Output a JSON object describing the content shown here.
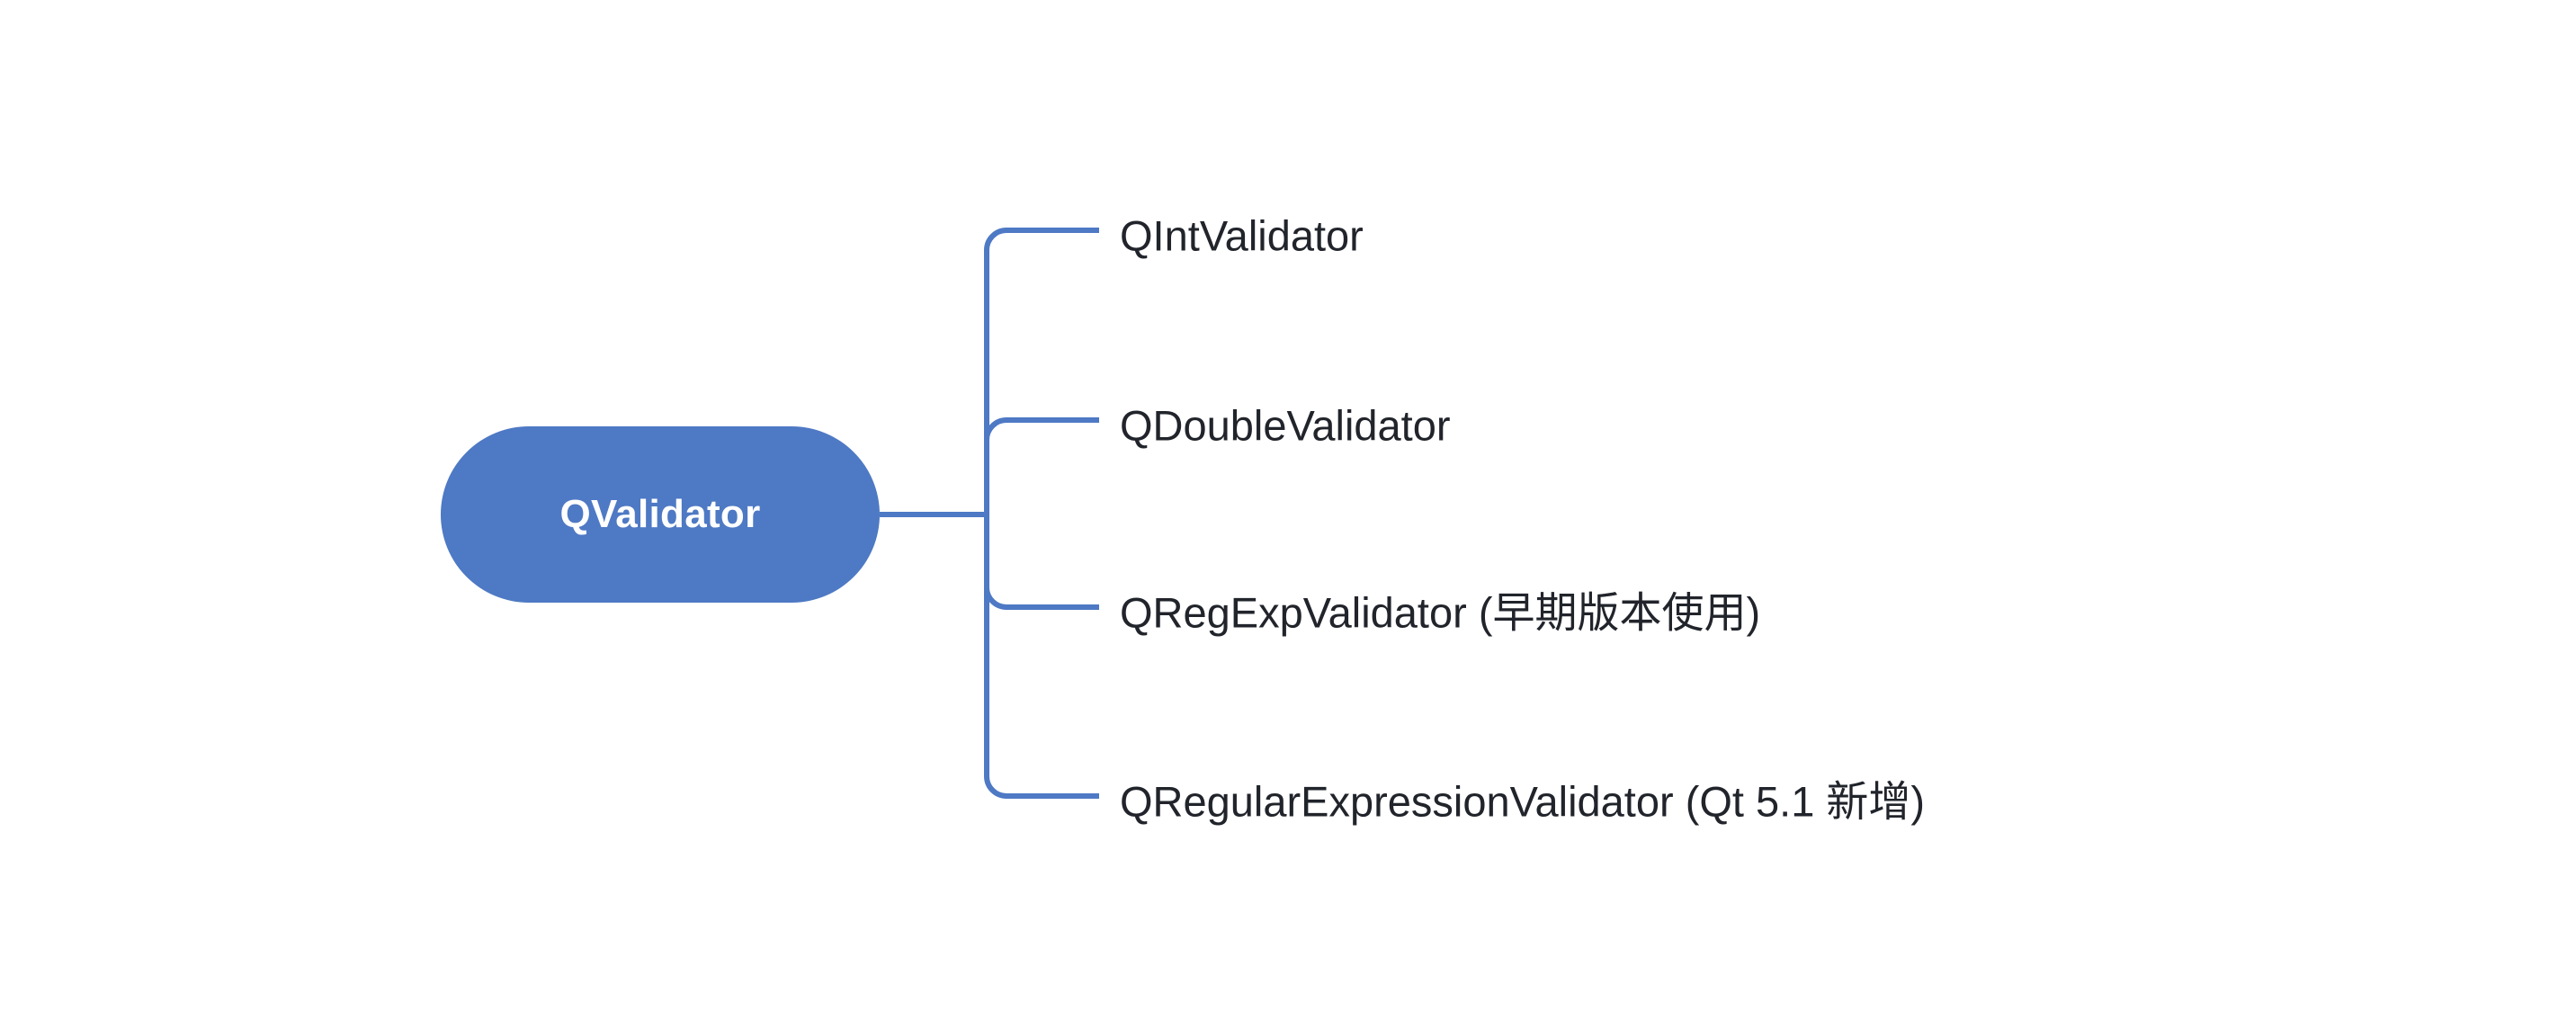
{
  "diagram": {
    "type": "mind-map",
    "orientation": "left-to-right",
    "background_color": "#ffffff",
    "accent_color": "#4E79C4",
    "text_color": "#21242B",
    "root": {
      "label": "QValidator",
      "shape": "rounded-pill",
      "fill_color": "#4E79C4",
      "text_color": "#ffffff"
    },
    "connector": {
      "color": "#4E79C4",
      "stroke_width": 6,
      "corner_radius": 22,
      "style": "orthogonal-rounded"
    },
    "children": [
      {
        "label": "QIntValidator"
      },
      {
        "label": "QDoubleValidator"
      },
      {
        "label": "QRegExpValidator (早期版本使用)"
      },
      {
        "label": "QRegularExpressionValidator (Qt 5.1 新增)"
      }
    ]
  }
}
